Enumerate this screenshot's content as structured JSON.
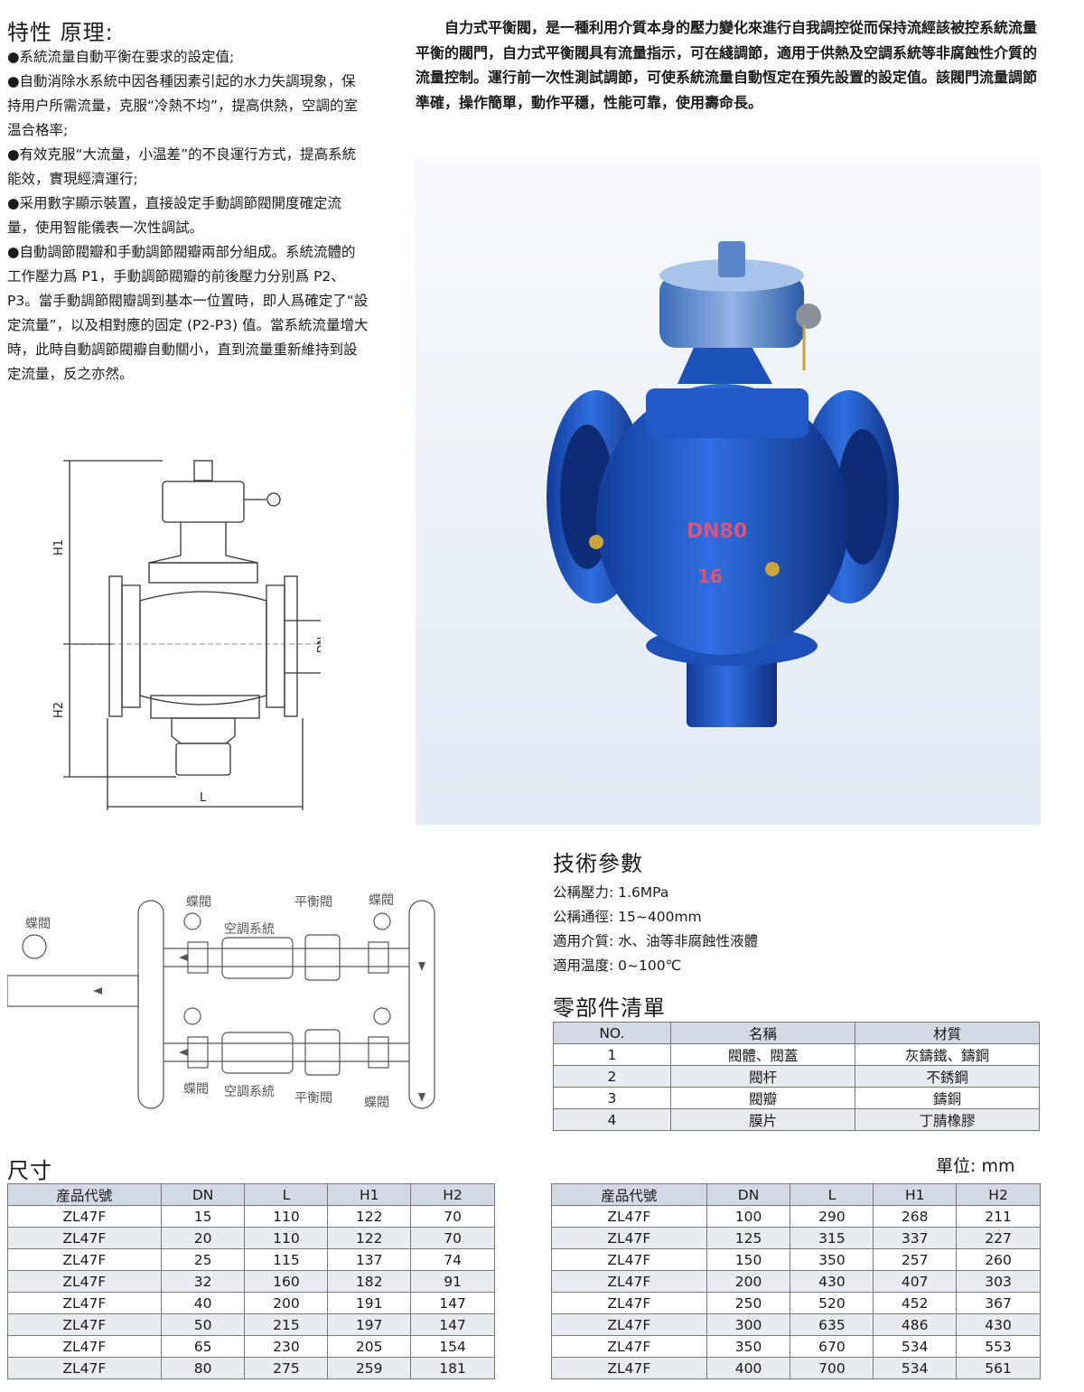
{
  "features": {
    "title": "特性 原理:",
    "items": [
      "●系統流量自動平衡在要求的設定值;",
      "●自動消除水系統中因各種因素引起的水力失調現象，保持用户所需流量，克服“冷熱不均”，提高供熱，空調的室温合格率;",
      "●有效克服“大流量，小温差”的不良運行方式，提高系統能效，實現經濟運行;",
      "●采用數字顯示裝置，直接設定手動調節閥開度確定流量，使用智能儀表一次性調試。",
      "●自動調節閥瓣和手動調節閥瓣兩部分組成。系統流體的工作壓力爲 P1，手動調節閥瓣的前後壓力分别爲 P2、P3。當手動調節閥瓣調到基本一位置時，即人爲確定了“設定流量”，以及相對應的固定 (P2-P3) 值。當系統流量增大時，此時自動調節閥瓣自動關小，直到流量重新維持到設定流量，反之亦然。"
    ]
  },
  "intro": "自力式平衡閥，是一種利用介質本身的壓力變化來進行自我調控從而保持流經該被控系統流量平衡的閥門，自力式平衡閥具有流量指示，可在綫調節，適用于供熱及空調系統等非腐蝕性介質的流量控制。運行前一次性測試調節，可使系統流量自動恆定在預先設置的設定值。該閥門流量調節準確，操作簡單，動作平穩，性能可靠，使用壽命長。",
  "photo": {
    "marking_top": "DN80",
    "marking_bottom": "16"
  },
  "drawing": {
    "h1": "H1",
    "h2": "H2",
    "dn": "DN",
    "l": "L"
  },
  "diagram": {
    "butterfly": "蝶閥",
    "balance": "平衡閥",
    "ac": "空調系統"
  },
  "tech": {
    "title": "技術參數",
    "rows": [
      "公稱壓力: 1.6MPa",
      "公稱通徑: 15~400mm",
      "適用介質: 水、油等非腐蝕性液體",
      "適用温度: 0~100℃"
    ]
  },
  "parts": {
    "title": "零部件清單",
    "headers": [
      "NO.",
      "名稱",
      "材質"
    ],
    "rows": [
      [
        "1",
        "閥體、閥蓋",
        "灰鑄鐵、鑄鋼"
      ],
      [
        "2",
        "閥杆",
        "不銹鋼"
      ],
      [
        "3",
        "閥瓣",
        "鑄銅"
      ],
      [
        "4",
        "膜片",
        "丁腈橡膠"
      ]
    ]
  },
  "dims": {
    "title": "尺寸",
    "unit": "單位: mm",
    "headers": [
      "産品代號",
      "DN",
      "L",
      "H1",
      "H2"
    ],
    "left": [
      [
        "ZL47F",
        "15",
        "110",
        "122",
        "70"
      ],
      [
        "ZL47F",
        "20",
        "110",
        "122",
        "70"
      ],
      [
        "ZL47F",
        "25",
        "115",
        "137",
        "74"
      ],
      [
        "ZL47F",
        "32",
        "160",
        "182",
        "91"
      ],
      [
        "ZL47F",
        "40",
        "200",
        "191",
        "147"
      ],
      [
        "ZL47F",
        "50",
        "215",
        "197",
        "147"
      ],
      [
        "ZL47F",
        "65",
        "230",
        "205",
        "154"
      ],
      [
        "ZL47F",
        "80",
        "275",
        "259",
        "181"
      ]
    ],
    "right": [
      [
        "ZL47F",
        "100",
        "290",
        "268",
        "211"
      ],
      [
        "ZL47F",
        "125",
        "315",
        "337",
        "227"
      ],
      [
        "ZL47F",
        "150",
        "350",
        "257",
        "260"
      ],
      [
        "ZL47F",
        "200",
        "430",
        "407",
        "303"
      ],
      [
        "ZL47F",
        "250",
        "520",
        "452",
        "367"
      ],
      [
        "ZL47F",
        "300",
        "635",
        "486",
        "430"
      ],
      [
        "ZL47F",
        "350",
        "670",
        "534",
        "553"
      ],
      [
        "ZL47F",
        "400",
        "700",
        "534",
        "561"
      ]
    ]
  }
}
